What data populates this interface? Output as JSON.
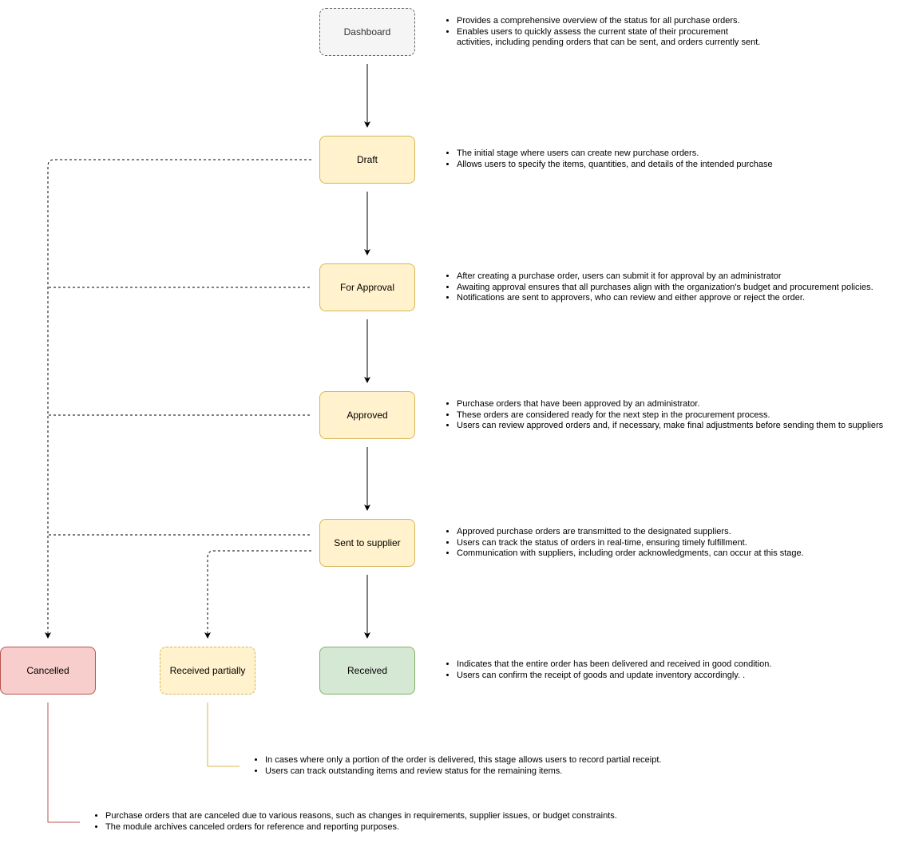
{
  "nodes": {
    "dashboard": "Dashboard",
    "draft": "Draft",
    "for_approval": "For Approval",
    "approved": "Approved",
    "sent_to_supplier": "Sent to supplier",
    "cancelled": "Cancelled",
    "received_partially": "Received partially",
    "received": "Received"
  },
  "notes": {
    "dashboard": [
      "Provides a comprehensive overview of the status for all purchase orders.",
      "Enables users to quickly assess the current state of their procurement\nactivities, including pending orders that can be sent, and orders currently sent."
    ],
    "draft": [
      "The initial stage where users can create new purchase orders.",
      "Allows users to specify the items, quantities, and details of the intended purchase"
    ],
    "for_approval": [
      "After creating a purchase order, users can submit it for approval by an administrator",
      "Awaiting approval ensures that all purchases align with the organization's budget and procurement policies.",
      "Notifications are sent to approvers, who can review and either approve or reject the order."
    ],
    "approved": [
      "Purchase orders that have been approved by an administrator.",
      "These orders are considered ready for the next step in the procurement process.",
      "Users can review approved orders and, if necessary, make final adjustments before sending them to suppliers"
    ],
    "sent_to_supplier": [
      "Approved purchase orders are transmitted to the designated suppliers.",
      "Users can track the status of orders in real-time, ensuring timely fulfillment.",
      "Communication with suppliers, including order acknowledgments, can occur at this stage."
    ],
    "received": [
      "Indicates that the entire order has been delivered and received in good condition.",
      "Users can confirm the receipt of goods and update inventory accordingly. ."
    ],
    "received_partially": [
      "In cases where only a portion of the order is delivered, this stage allows users to record partial receipt.",
      "Users can track outstanding items and review status for the remaining items."
    ],
    "cancelled": [
      "Purchase orders that are canceled due to various reasons, such as changes in requirements, supplier issues, or budget constraints.",
      "The module archives canceled orders for reference and reporting purposes."
    ]
  },
  "colors": {
    "arrow": "#000000",
    "cancelled_callout": "#b85450",
    "partial_callout": "#d6b656"
  }
}
